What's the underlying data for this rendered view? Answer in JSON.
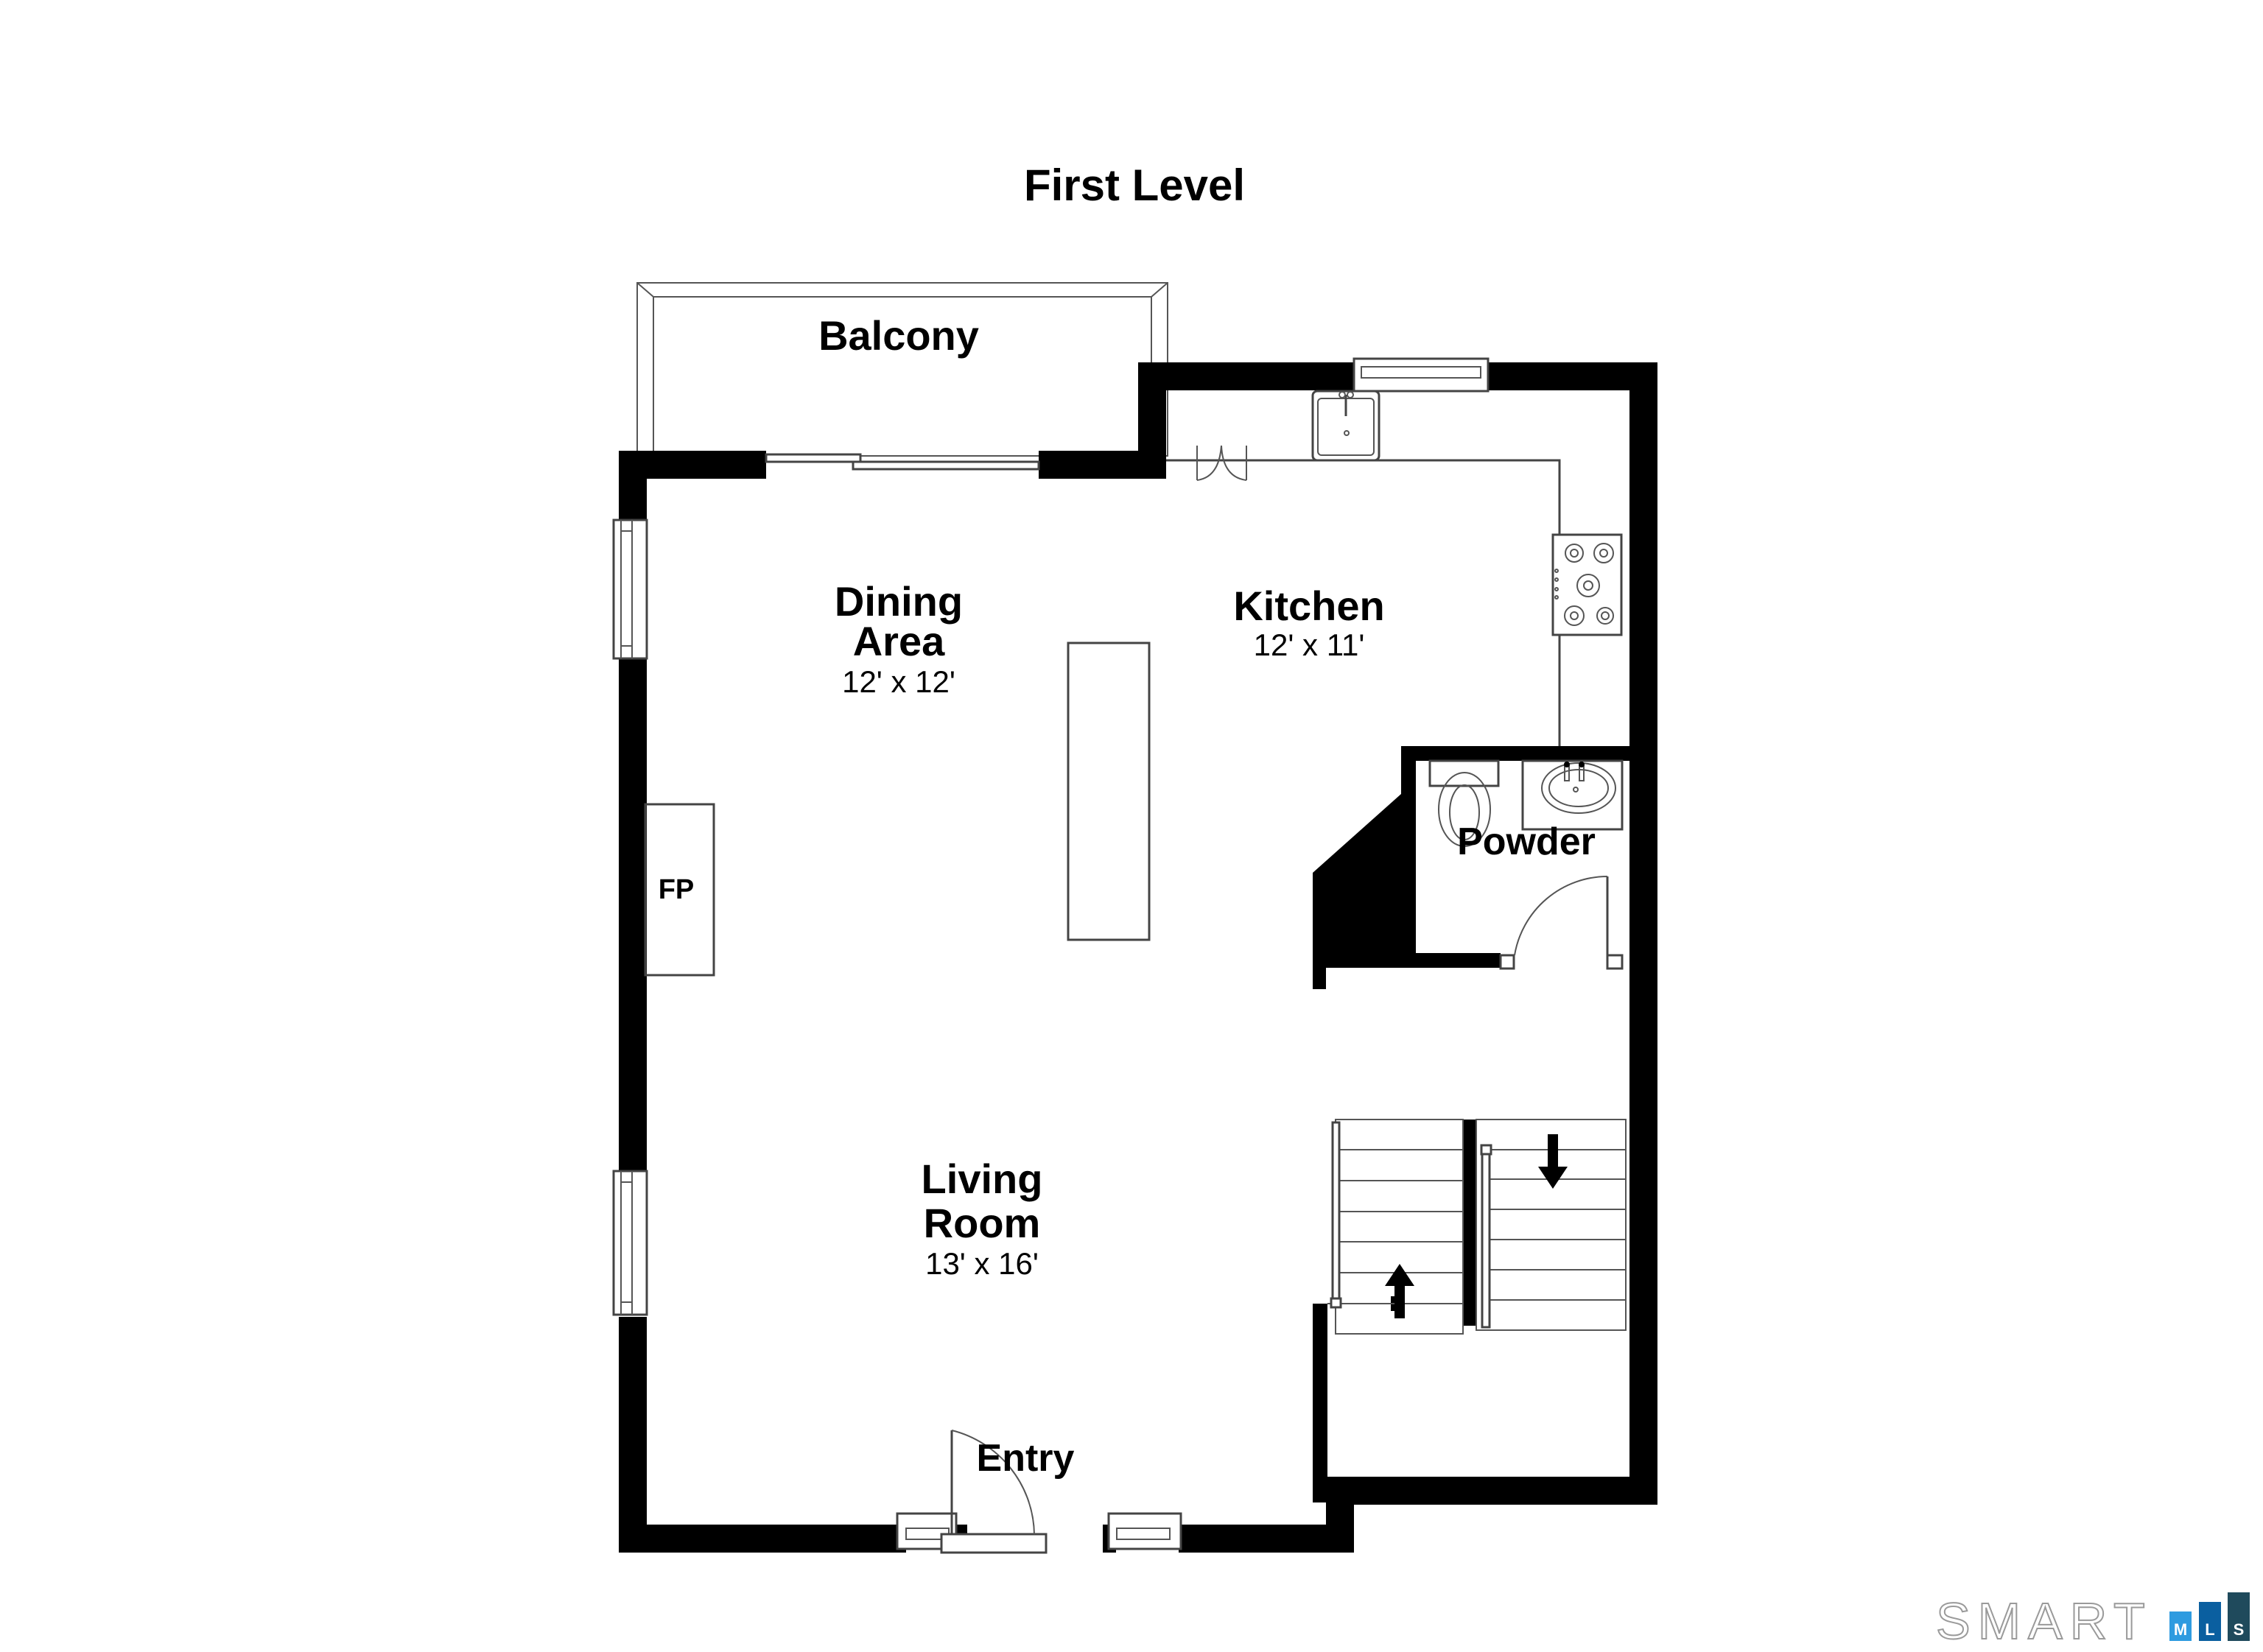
{
  "title": "First Level",
  "rooms": {
    "balcony": {
      "name": "Balcony"
    },
    "dining": {
      "name_line1": "Dining",
      "name_line2": "Area",
      "dimensions": "12' x 12'"
    },
    "kitchen": {
      "name": "Kitchen",
      "dimensions": "12' x 11'"
    },
    "powder": {
      "name": "Powder"
    },
    "living": {
      "name_line1": "Living",
      "name_line2": "Room",
      "dimensions": "13' x 16'"
    },
    "entry": {
      "name": "Entry"
    }
  },
  "fixtures": {
    "fireplace": {
      "label": "FP"
    }
  },
  "stairs": {
    "up_direction": "up",
    "down_direction": "down"
  },
  "logo": {
    "text": "SMART",
    "letters": [
      "M",
      "L",
      "S"
    ],
    "colors": {
      "M": "#2e9be0",
      "L": "#0a5fa0",
      "S": "#1f4a5c",
      "outline": "#9a9a9a"
    }
  },
  "colors": {
    "wall": "#000000",
    "background": "#ffffff",
    "line": "#444444"
  }
}
